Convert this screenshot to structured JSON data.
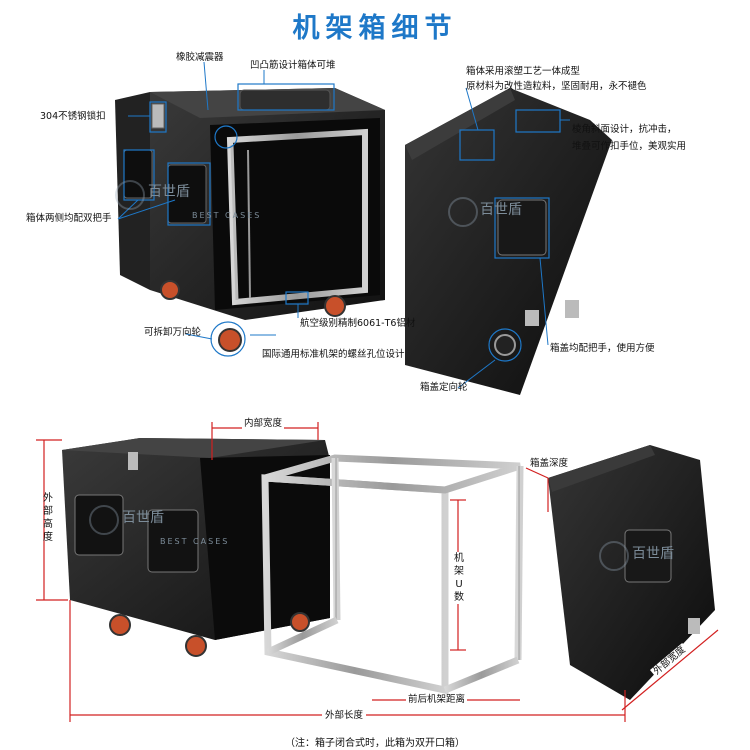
{
  "title": "机架箱细节",
  "labels": {
    "rubber_shock": "橡胶减震器",
    "rib_design": "凹凸筋设计箱体可堆",
    "lock": "304不锈钢锁扣",
    "handles": "箱体两侧均配双把手",
    "rotomold": "箱体采用滚塑工艺一体成型",
    "material": "原材料为改性造粒料，坚固耐用，永不褪色",
    "bevel": "棱角斜面设计，抗冲击，",
    "stack": "堆叠可作扣手位，美观实用",
    "aluminum": "航空级别精制6061-T6铝材",
    "caster": "可拆卸万向轮",
    "rack_holes": "国际通用标准机架的螺丝孔位设计",
    "lid_handles": "箱盖均配把手，使用方便",
    "lid_wheel": "箱盖定向轮"
  },
  "dimensions": {
    "inner_width": "内部宽度",
    "outer_height_lines": [
      "外",
      "部",
      "高",
      "度"
    ],
    "rack_u_lines": [
      "机",
      "架",
      "U",
      "数"
    ],
    "lid_depth": "箱盖深度",
    "outer_width": "外部宽度",
    "front_rear_rail": "前后机架距离",
    "outer_length": "外部长度"
  },
  "note": "（注：箱子闭合式时，此箱为双开口箱）",
  "watermark": {
    "brand": "百世盾",
    "sub": "BEST CASES"
  },
  "colors": {
    "accent": "#1e78c8",
    "callout": "#1e78c8",
    "dimension": "#d22020",
    "case": "#1a1a1a",
    "wheel": "#c8502a"
  }
}
